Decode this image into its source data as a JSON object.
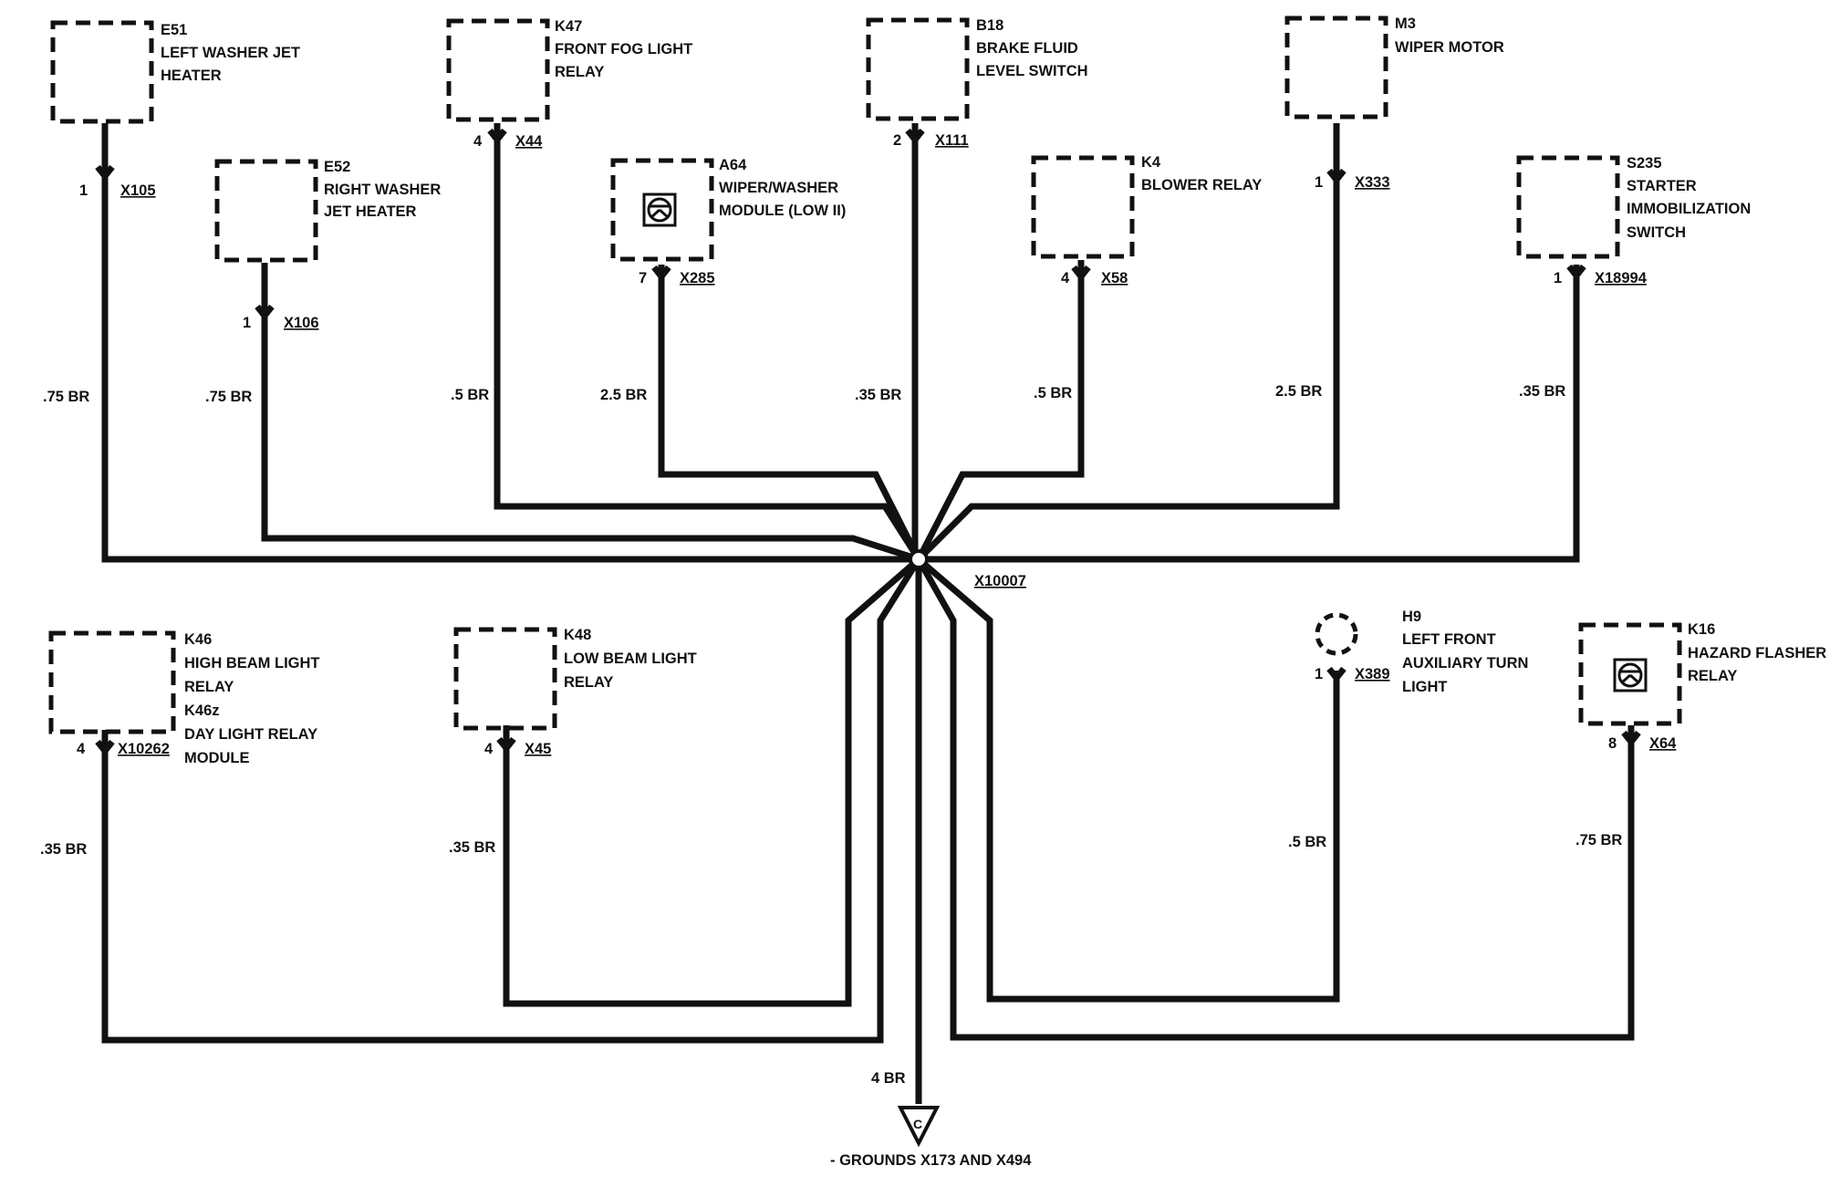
{
  "components": [
    {
      "id": "E51",
      "lines": [
        "LEFT WASHER JET",
        "HEATER"
      ],
      "pin": "1",
      "connector": "X105",
      "wire": ".75 BR"
    },
    {
      "id": "E52",
      "lines": [
        "RIGHT WASHER",
        "JET HEATER"
      ],
      "pin": "1",
      "connector": "X106",
      "wire": ".75 BR"
    },
    {
      "id": "K47",
      "lines": [
        "FRONT FOG LIGHT",
        "RELAY"
      ],
      "pin": "4",
      "connector": "X44",
      "wire": ".5 BR"
    },
    {
      "id": "A64",
      "lines": [
        "WIPER/WASHER",
        "MODULE (LOW II)"
      ],
      "pin": "7",
      "connector": "X285",
      "wire": "2.5 BR"
    },
    {
      "id": "B18",
      "lines": [
        "BRAKE FLUID",
        "LEVEL SWITCH"
      ],
      "pin": "2",
      "connector": "X111",
      "wire": ".35 BR"
    },
    {
      "id": "K4",
      "lines": [
        "BLOWER RELAY"
      ],
      "pin": "4",
      "connector": "X58",
      "wire": ".5 BR"
    },
    {
      "id": "M3",
      "lines": [
        "WIPER MOTOR"
      ],
      "pin": "1",
      "connector": "X333",
      "wire": "2.5 BR"
    },
    {
      "id": "S235",
      "lines": [
        "STARTER",
        "IMMOBILIZATION",
        "SWITCH"
      ],
      "pin": "1",
      "connector": "X18994",
      "wire": ".35 BR"
    },
    {
      "id": "K46",
      "lines": [
        "HIGH BEAM LIGHT",
        "RELAY"
      ],
      "pin": "4",
      "connector": "X10262",
      "wire": ".35 BR"
    },
    {
      "id": "K46z",
      "lines": [
        "DAY LIGHT RELAY",
        "MODULE"
      ]
    },
    {
      "id": "K48",
      "lines": [
        "LOW BEAM LIGHT",
        "RELAY"
      ],
      "pin": "4",
      "connector": "X45",
      "wire": ".35 BR"
    },
    {
      "id": "H9",
      "lines": [
        "LEFT FRONT",
        "AUXILIARY TURN",
        "LIGHT"
      ],
      "pin": "1",
      "connector": "X389",
      "wire": ".5 BR"
    },
    {
      "id": "K16",
      "lines": [
        "HAZARD FLASHER",
        "RELAY"
      ],
      "pin": "8",
      "connector": "X64",
      "wire": ".75 BR"
    }
  ],
  "splice": "X10007",
  "ground": {
    "wire": "4 BR",
    "symbol": "C",
    "label": "- GROUNDS X173 AND X494"
  }
}
